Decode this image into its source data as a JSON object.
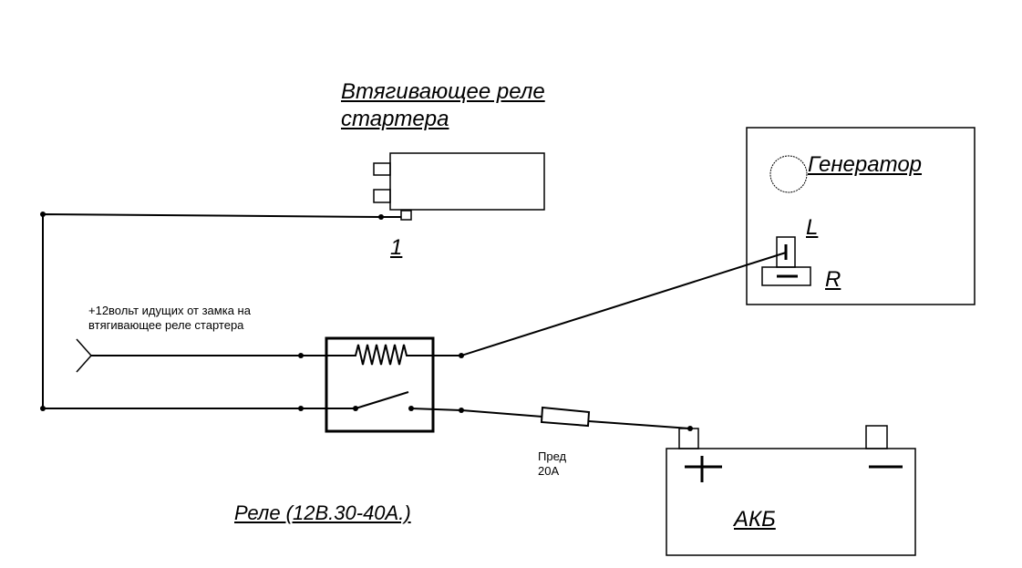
{
  "starter_relay": {
    "title_line1": "Втягивающее реле",
    "title_line2": "стартера",
    "terminal_label": "1"
  },
  "generator": {
    "title": "Генератор",
    "terminal_l": "L",
    "terminal_r": "R"
  },
  "ignition_note": {
    "line1": "+12вольт идущих от замка на",
    "line2": "втягивающее реле стартера"
  },
  "fuse": {
    "line1": "Пред",
    "line2": "20А"
  },
  "relay": {
    "label": "Реле (12В.30-40А.)"
  },
  "battery": {
    "title": "АКБ"
  }
}
